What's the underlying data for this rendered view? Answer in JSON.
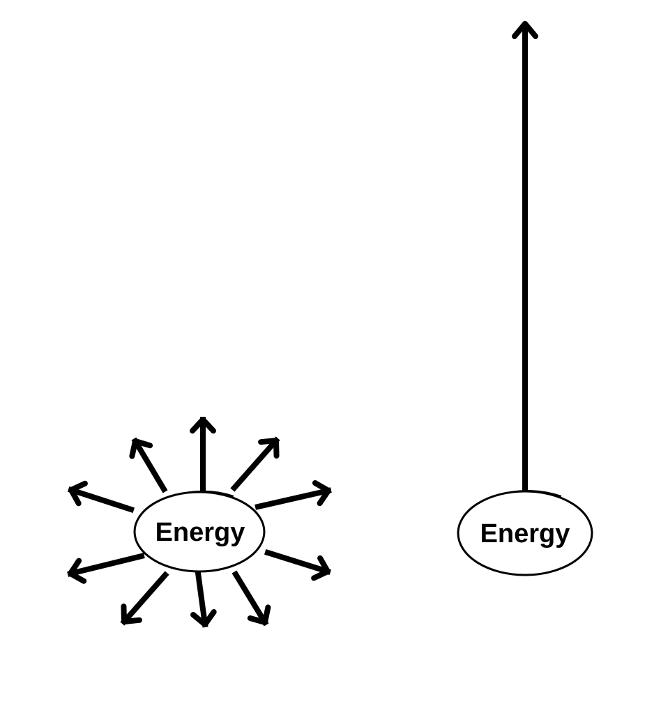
{
  "diagram": {
    "scattered_node": {
      "label": "Energy",
      "arrow_count": 10
    },
    "focused_node": {
      "label": "Energy",
      "arrow_count": 1
    },
    "colors": {
      "ink": "#000000",
      "background": "#ffffff"
    }
  }
}
